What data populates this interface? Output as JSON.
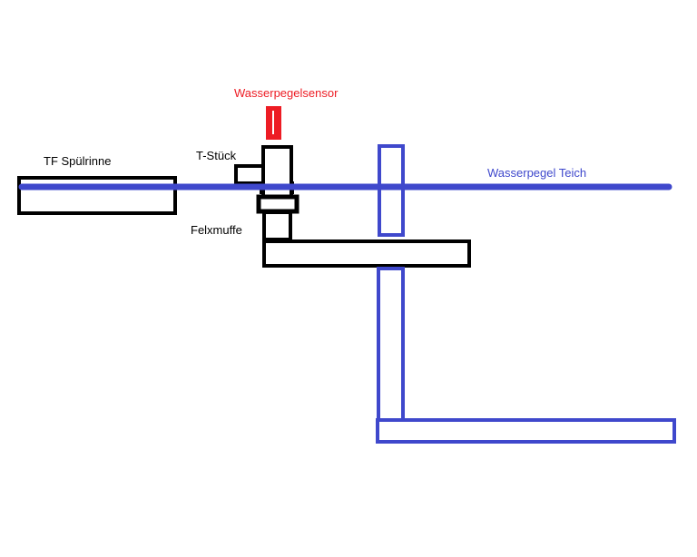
{
  "labels": {
    "sensor": "Wasserpegelsensor",
    "tstueck": "T-Stück",
    "spuelrinne": "TF Spülrinne",
    "felxmuffe": "Felxmuffe",
    "wasserpegel_teich": "Wasserpegel Teich"
  },
  "colors": {
    "outline": "#000000",
    "sensor": "#ed1c24",
    "water": "#3f48cc"
  }
}
